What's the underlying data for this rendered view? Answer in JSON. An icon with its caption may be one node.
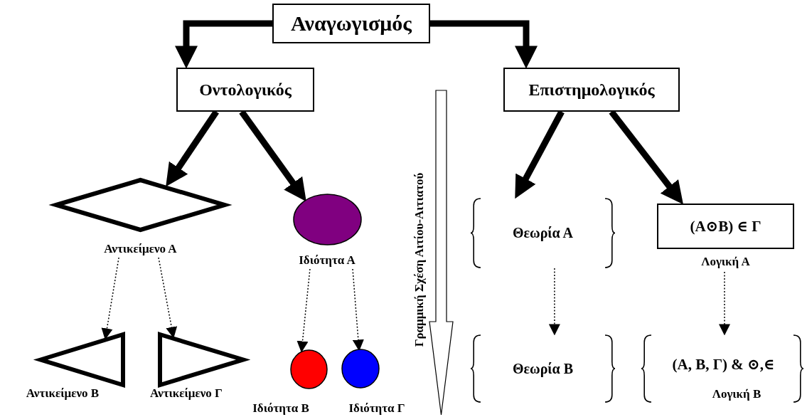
{
  "diagram": {
    "nodes": [
      {
        "text": [
          "Αναγωγισμός"
        ]
      },
      {
        "text": [
          "Οντολογικός"
        ]
      },
      {
        "text": [
          "Επιστημολογικός"
        ]
      },
      {
        "text": [
          "Αντικείμενο Α"
        ]
      },
      {
        "text": [
          "Ιδιότητα Α"
        ]
      },
      {
        "text": [
          "Αντικείμενο Β"
        ]
      },
      {
        "text": [
          "Αντικείμενο Γ"
        ]
      },
      {
        "text": [
          "Ιδιότητα Β"
        ]
      },
      {
        "text": [
          "Ιδιότητα Γ"
        ]
      },
      {
        "text": [
          "Θεωρία Α"
        ]
      },
      {
        "text": [
          "(Α⊙Β) ∈ Γ",
          "Λογική Α"
        ]
      },
      {
        "text": [
          "Θεωρία Β"
        ]
      },
      {
        "text": [
          "(Α, Β, Γ) & ⊙,∈",
          "Λογική Β"
        ]
      }
    ],
    "edges": [
      {
        "from": 0,
        "to": 1,
        "arrow": "to",
        "style": "thick"
      },
      {
        "from": 0,
        "to": 2,
        "arrow": "to",
        "style": "thick"
      },
      {
        "from": 1,
        "to": 3,
        "arrow": "to",
        "style": "thick"
      },
      {
        "from": 1,
        "to": 4,
        "arrow": "to",
        "style": "thick"
      },
      {
        "from": 2,
        "to": 9,
        "arrow": "to",
        "style": "thick"
      },
      {
        "from": 2,
        "to": 10,
        "arrow": "to",
        "style": "thick"
      },
      {
        "from": 3,
        "to": 5,
        "arrow": "to",
        "style": "dashed"
      },
      {
        "from": 3,
        "to": 6,
        "arrow": "to",
        "style": "dashed"
      },
      {
        "from": 4,
        "to": 7,
        "arrow": "to",
        "style": "dashed"
      },
      {
        "from": 4,
        "to": 8,
        "arrow": "to",
        "style": "dashed"
      },
      {
        "from": 9,
        "to": 11,
        "arrow": "to",
        "style": "dashed"
      },
      {
        "from": 10,
        "to": 12,
        "arrow": "to",
        "style": "dashed"
      }
    ],
    "labels": [
      "Γραμμική Σχέση Αιτίου-Αιτιατού"
    ]
  }
}
